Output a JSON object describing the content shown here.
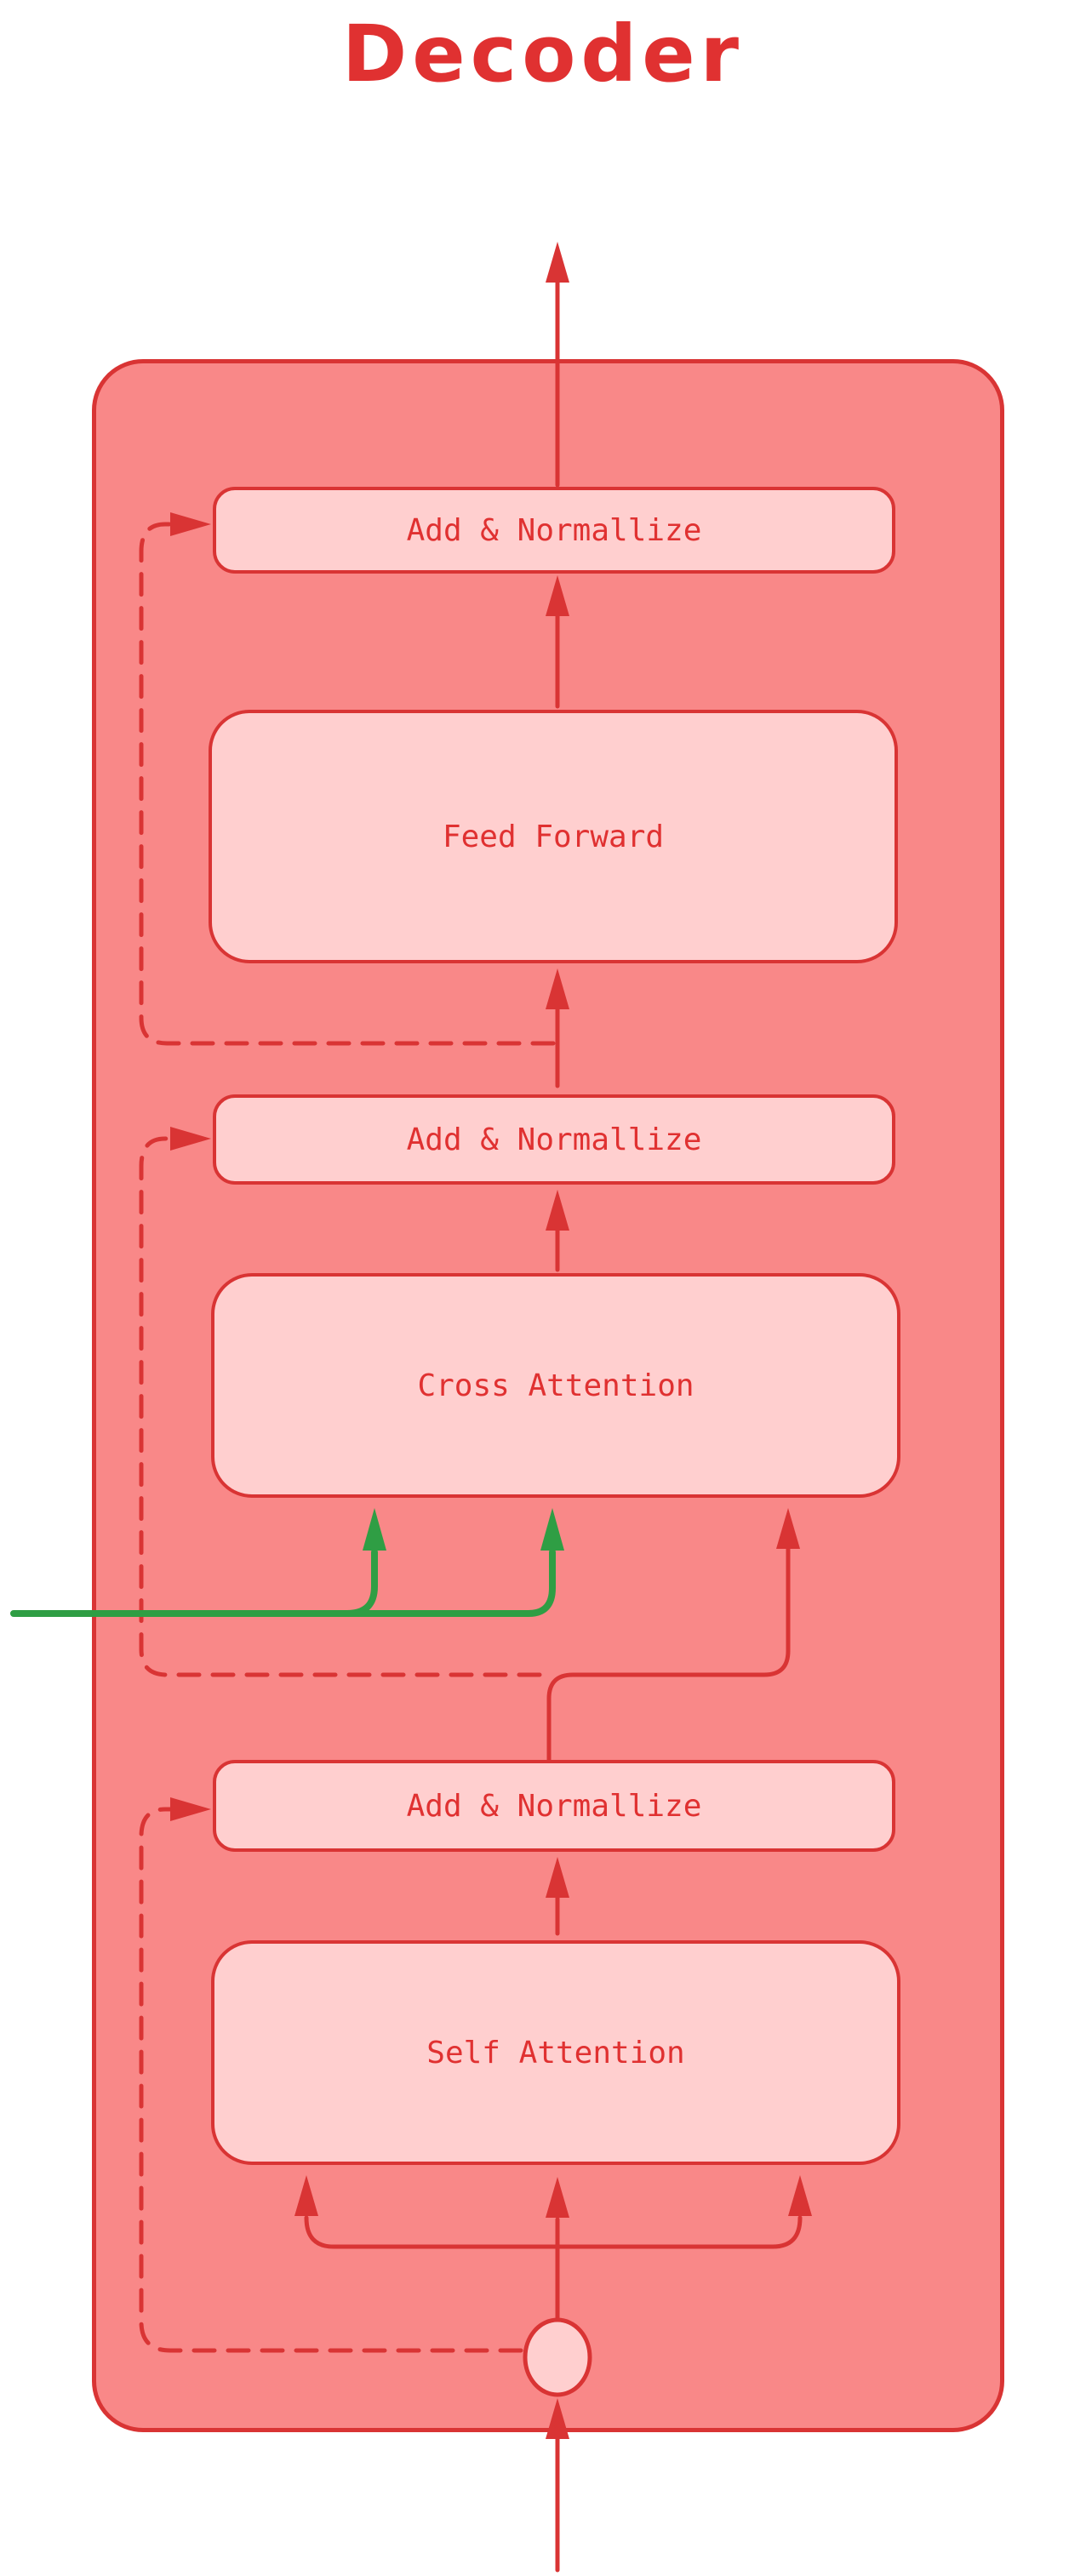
{
  "title": "Decoder",
  "colors": {
    "stroke_red": "#d93434",
    "text_red": "#e03131",
    "container_fill": "#f98888",
    "block_fill": "#ffcfcf",
    "green": "#2f9e44",
    "background": "#ffffff"
  },
  "blocks": {
    "add_norm_top": {
      "label": "Add & Normallize"
    },
    "feed_forward": {
      "label": "Feed Forward"
    },
    "add_norm_middle": {
      "label": "Add & Normallize"
    },
    "cross_attention": {
      "label": "Cross Attention"
    },
    "add_norm_bottom": {
      "label": "Add & Normallize"
    },
    "self_attention": {
      "label": "Self Attention"
    }
  }
}
